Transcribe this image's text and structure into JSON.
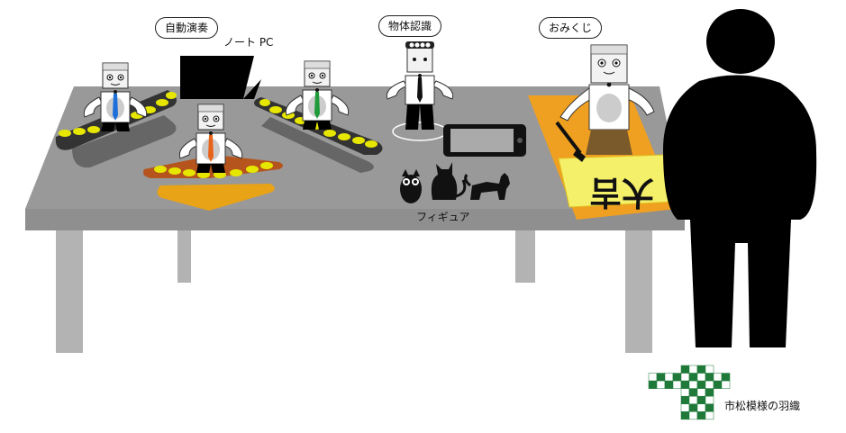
{
  "labels": {
    "auto_performance": "自動演奏",
    "notebook_pc": "ノート PC",
    "object_recognition": "物体認識",
    "omikuji": "おみくじ",
    "figure": "フィギュア",
    "checkered_haori": "市松模様の羽織"
  },
  "calligraphy": {
    "text": "大吉"
  },
  "colors": {
    "table_top": "#999999",
    "table_legs": "#b3b3b3",
    "keyboard_key": "#e6e600",
    "keyboard_base": "#333333",
    "keyboard_shadow": "#666666",
    "red_base": "#b5541c",
    "orange_pad": "#e8a317",
    "omikuji_mat": "#f0a020",
    "paper_yellow": "#f5f06a",
    "checker_green": "#1f7a3a",
    "silhouette": "#000000"
  }
}
